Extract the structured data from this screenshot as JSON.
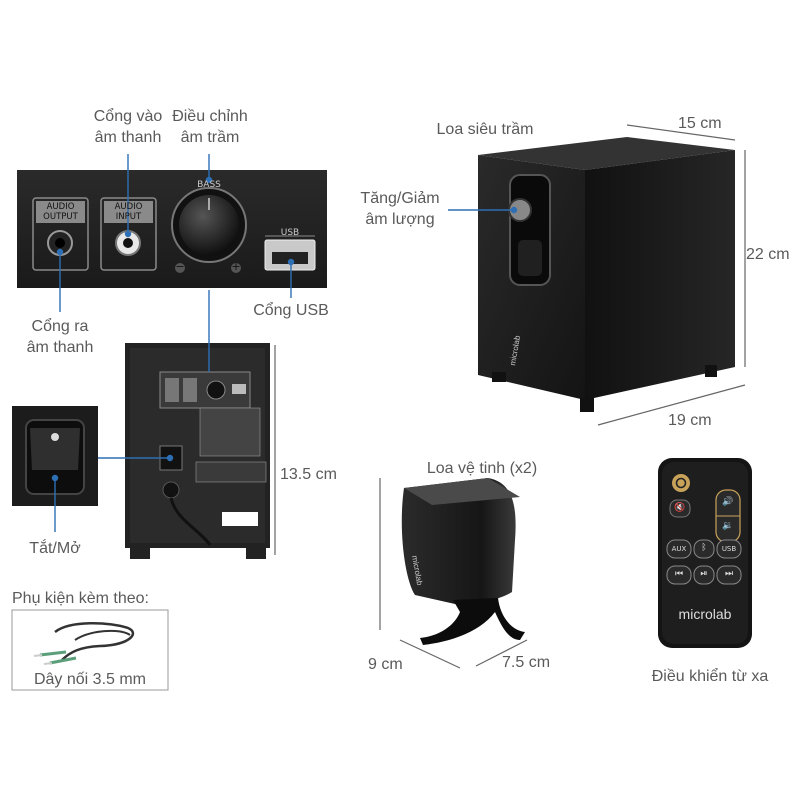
{
  "labels": {
    "audio_in_port": "Cổng vào\nâm thanh",
    "bass_control": "Điều chỉnh\nâm trầm",
    "audio_out_port": "Cổng ra\nâm thanh",
    "usb_port": "Cổng USB",
    "power_switch": "Tắt/Mở",
    "accessories_heading": "Phụ kiện kèm theo:",
    "cable": "Dây nối 3.5 mm",
    "subwoofer": "Loa siêu trầm",
    "volume_control": "Tăng/Giảm\nâm lượng",
    "satellite": "Loa vệ tinh (x2)",
    "remote": "Điều khiển từ xa"
  },
  "panel_text": {
    "audio_output": "AUDIO\nOUTPUT",
    "audio_input": "AUDIO\nINPUT",
    "bass": "BASS",
    "usb": "USB",
    "minus": "−",
    "plus": "+"
  },
  "dimensions": {
    "sub_depth": "15 cm",
    "sub_height": "22 cm",
    "sub_width": "19 cm",
    "rear_height": "13.5 cm",
    "sat_width": "9 cm",
    "sat_depth": "7.5 cm"
  },
  "remote_buttons": {
    "aux": "AUX",
    "usb": "USB"
  },
  "brand": "microlab",
  "colors": {
    "label_text": "#5a5a5a",
    "callout_line": "#2d6fb5",
    "dimension_line": "#555555",
    "device_body": "#1b1b1b",
    "remote_accent": "#c9a25a"
  }
}
